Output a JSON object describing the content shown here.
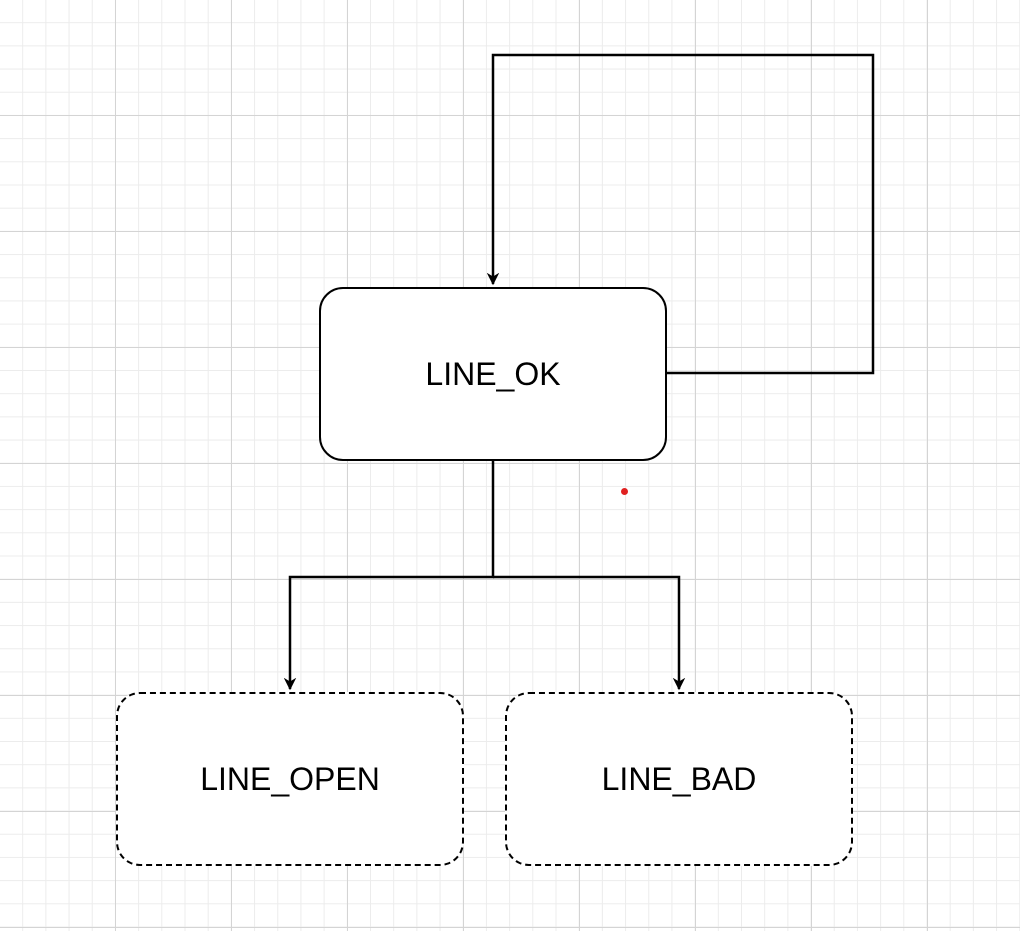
{
  "diagram": {
    "nodes": [
      {
        "id": "line_ok",
        "label": "LINE_OK",
        "border": "solid"
      },
      {
        "id": "line_open",
        "label": "LINE_OPEN",
        "border": "dashed"
      },
      {
        "id": "line_bad",
        "label": "LINE_BAD",
        "border": "dashed"
      }
    ],
    "edges": [
      {
        "from": "line_ok",
        "to": "line_ok",
        "kind": "self-loop"
      },
      {
        "from": "line_ok",
        "to": "line_open"
      },
      {
        "from": "line_ok",
        "to": "line_bad"
      }
    ]
  },
  "colors": {
    "background": "#ffffff",
    "grid_major": "#d4d4d4",
    "grid_minor": "#ececec",
    "stroke": "#000000",
    "marker": "#e02020"
  }
}
